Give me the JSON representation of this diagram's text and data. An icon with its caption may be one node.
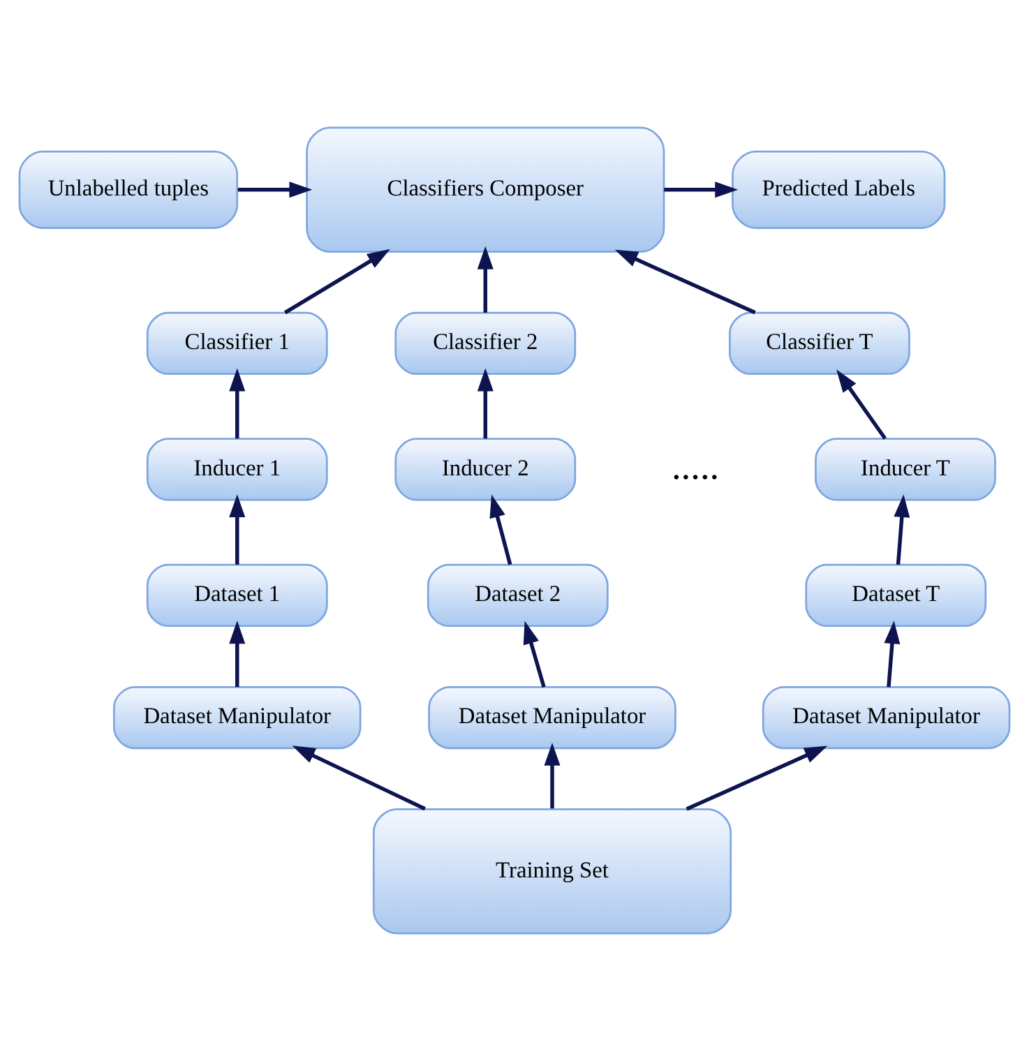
{
  "diagram": {
    "nodes": [
      {
        "text": [
          "Unlabelled tuples"
        ]
      },
      {
        "text": [
          "Classifiers Composer"
        ]
      },
      {
        "text": [
          "Predicted Labels"
        ]
      },
      {
        "text": [
          "Classifier 1"
        ]
      },
      {
        "text": [
          "Classifier 2"
        ]
      },
      {
        "text": [
          "Classifier T"
        ]
      },
      {
        "text": [
          "Inducer 1"
        ]
      },
      {
        "text": [
          "Inducer 2"
        ]
      },
      {
        "text": [
          "Inducer T"
        ]
      },
      {
        "text": [
          "Dataset 1"
        ]
      },
      {
        "text": [
          "Dataset 2"
        ]
      },
      {
        "text": [
          "Dataset T"
        ]
      },
      {
        "text": [
          "Dataset Manipulator"
        ]
      },
      {
        "text": [
          "Dataset Manipulator"
        ]
      },
      {
        "text": [
          "Dataset Manipulator"
        ]
      },
      {
        "text": [
          "Training Set"
        ]
      }
    ],
    "edges": [
      {
        "from": 0,
        "to": 1,
        "arrow": "to"
      },
      {
        "from": 1,
        "to": 2,
        "arrow": "to"
      },
      {
        "from": 3,
        "to": 1,
        "arrow": "to"
      },
      {
        "from": 4,
        "to": 1,
        "arrow": "to"
      },
      {
        "from": 5,
        "to": 1,
        "arrow": "to"
      },
      {
        "from": 6,
        "to": 3,
        "arrow": "to"
      },
      {
        "from": 7,
        "to": 4,
        "arrow": "to"
      },
      {
        "from": 8,
        "to": 5,
        "arrow": "to"
      },
      {
        "from": 9,
        "to": 6,
        "arrow": "to"
      },
      {
        "from": 10,
        "to": 7,
        "arrow": "to"
      },
      {
        "from": 11,
        "to": 8,
        "arrow": "to"
      },
      {
        "from": 12,
        "to": 9,
        "arrow": "to"
      },
      {
        "from": 13,
        "to": 10,
        "arrow": "to"
      },
      {
        "from": 14,
        "to": 11,
        "arrow": "to"
      },
      {
        "from": 15,
        "to": 12,
        "arrow": "to"
      },
      {
        "from": 15,
        "to": 13,
        "arrow": "to"
      },
      {
        "from": 15,
        "to": 14,
        "arrow": "to"
      }
    ],
    "labels": [
      "....."
    ]
  }
}
